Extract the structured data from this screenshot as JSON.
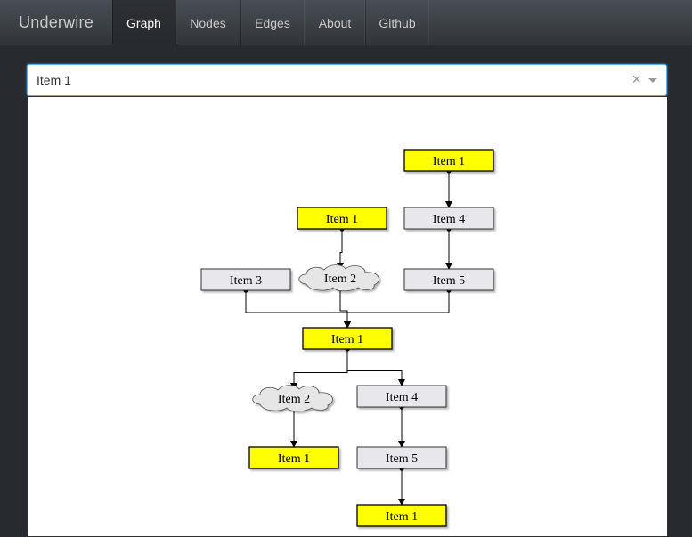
{
  "navbar": {
    "brand": "Underwire",
    "items": [
      {
        "label": "Graph",
        "active": true
      },
      {
        "label": "Nodes",
        "active": false
      },
      {
        "label": "Edges",
        "active": false
      },
      {
        "label": "About",
        "active": false
      },
      {
        "label": "Github",
        "active": false
      }
    ]
  },
  "selector": {
    "value": "Item 1",
    "clear_icon": "close-icon",
    "dropdown_icon": "chevron-down-icon"
  },
  "graph": {
    "colors": {
      "item_node": "#ffff00",
      "grey_node": "#e8e8ec",
      "cloud_node": "#e6e6e6",
      "edge": "#000000"
    },
    "nodes": [
      {
        "id": "n1",
        "label": "Item 1",
        "shape": "box",
        "color": "yellow"
      },
      {
        "id": "n2",
        "label": "Item 4",
        "shape": "box",
        "color": "grey"
      },
      {
        "id": "n3",
        "label": "Item 1",
        "shape": "box",
        "color": "yellow"
      },
      {
        "id": "n4",
        "label": "Item 3",
        "shape": "box",
        "color": "grey"
      },
      {
        "id": "n5",
        "label": "Item 2",
        "shape": "cloud",
        "color": "grey"
      },
      {
        "id": "n6",
        "label": "Item 5",
        "shape": "box",
        "color": "grey"
      },
      {
        "id": "n7",
        "label": "Item 1",
        "shape": "box",
        "color": "yellow"
      },
      {
        "id": "n8",
        "label": "Item 2",
        "shape": "cloud",
        "color": "grey"
      },
      {
        "id": "n9",
        "label": "Item 4",
        "shape": "box",
        "color": "grey"
      },
      {
        "id": "n10",
        "label": "Item 1",
        "shape": "box",
        "color": "yellow"
      },
      {
        "id": "n11",
        "label": "Item 5",
        "shape": "box",
        "color": "grey"
      },
      {
        "id": "n12",
        "label": "Item 1",
        "shape": "box",
        "color": "yellow"
      }
    ],
    "edges": [
      {
        "from": "n1",
        "to": "n2"
      },
      {
        "from": "n2",
        "to": "n6"
      },
      {
        "from": "n3",
        "to": "n5"
      },
      {
        "from": "n4",
        "to": "n7"
      },
      {
        "from": "n5",
        "to": "n7"
      },
      {
        "from": "n6",
        "to": "n7"
      },
      {
        "from": "n7",
        "to": "n8"
      },
      {
        "from": "n7",
        "to": "n9"
      },
      {
        "from": "n8",
        "to": "n10"
      },
      {
        "from": "n9",
        "to": "n11"
      },
      {
        "from": "n11",
        "to": "n12"
      }
    ]
  }
}
